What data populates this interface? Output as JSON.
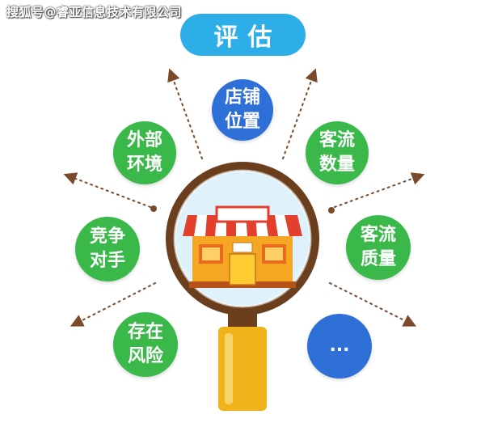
{
  "watermark": "搜狐号@睿亚信息技术有限公司",
  "title": "评估",
  "factors": {
    "store_location": "店铺位置",
    "external_environment": "外部环境",
    "customer_count": "客流数量",
    "competitors": "竞争对手",
    "customer_quality": "客流质量",
    "risk": "存在风险",
    "more": "..."
  },
  "colors": {
    "title": "#2eaee8",
    "green": "#3bb84a",
    "blue": "#2f6fd8",
    "teal": "#1fb5b8",
    "lens_rim": "#6b3f1e",
    "handle": "#f0b31a",
    "arrows": "#7a4a2a"
  },
  "icons": [
    "magnifier-icon",
    "store-icon"
  ]
}
